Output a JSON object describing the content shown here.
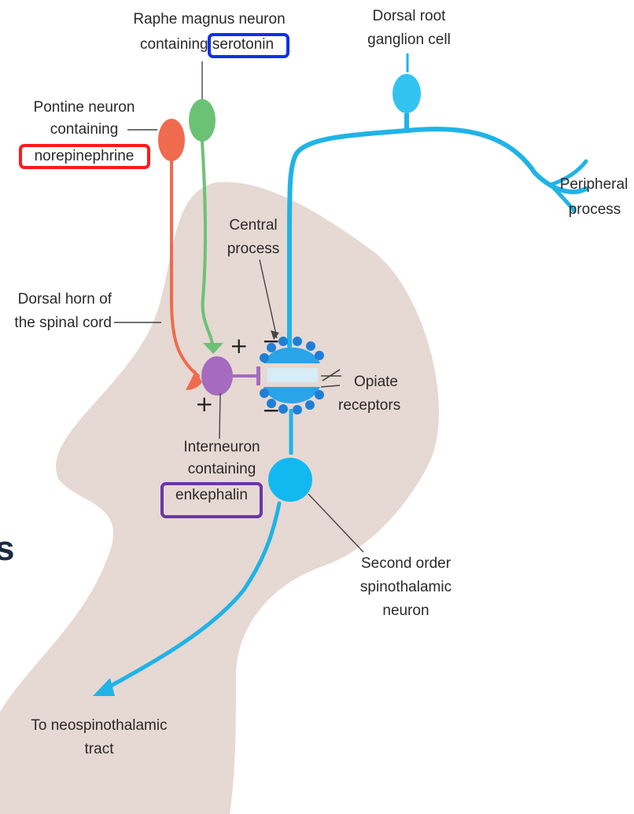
{
  "labels": {
    "raphe_l1": "Raphe magnus neuron",
    "raphe_l2_prefix": "containing",
    "raphe_l2_word": "serotonin",
    "drg_l1": "Dorsal root",
    "drg_l2": "ganglion cell",
    "pontine_l1": "Pontine neuron",
    "pontine_l2": "containing",
    "pontine_l3": "norepinephrine",
    "peripheral_l1": "Peripheral",
    "peripheral_l2": "process",
    "central_l1": "Central",
    "central_l2": "process",
    "dorsal_horn_l1": "Dorsal horn of",
    "dorsal_horn_l2": "the spinal cord",
    "opiate_l1": "Opiate",
    "opiate_l2": "receptors",
    "interneuron_l1": "Interneuron",
    "interneuron_l2": "containing",
    "interneuron_l3": "enkephalin",
    "second_l1": "Second order",
    "second_l2": "spinothalamic",
    "second_l3": "neuron",
    "tract_l1": "To neospinothalamic",
    "tract_l2": "tract",
    "edge_glyph": "s"
  },
  "signs": {
    "plus": "+",
    "minus": "−"
  },
  "colors": {
    "cord": "#e6d8d3",
    "afferent": "#20b3e6",
    "receptor_dot": "#1f7fd6",
    "norepinephrine": "#f06a4e",
    "serotonin": "#6cc274",
    "enkephalin": "#a46bbf",
    "highlight_red": "#ff1a1a",
    "highlight_blue": "#1030e8",
    "highlight_purple": "#6a36a8"
  }
}
